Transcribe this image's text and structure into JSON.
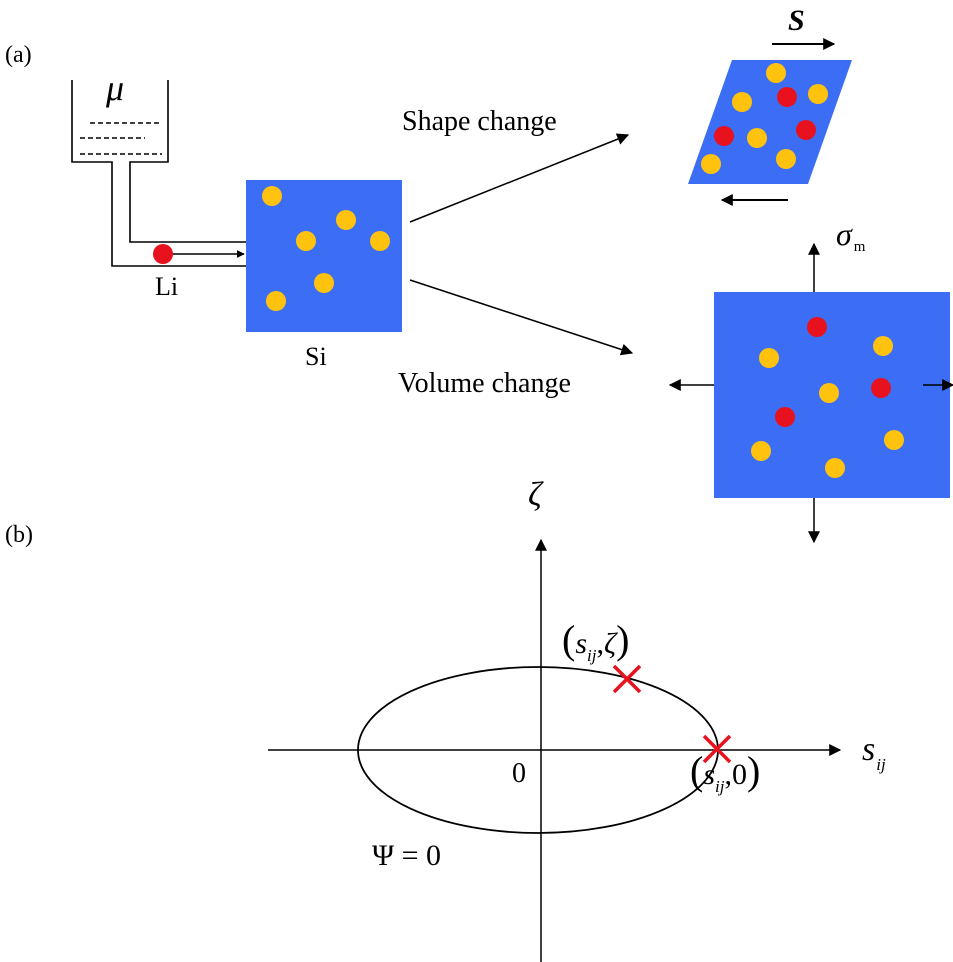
{
  "panel_a": {
    "label": "(a)",
    "reservoir_symbol": "μ",
    "li_label": "Li",
    "si_label": "Si",
    "shape_change_label": "Shape change",
    "volume_change_label": "Volume change",
    "shear_label": "S",
    "mean_stress_symbol": "σ",
    "mean_stress_sub": "m"
  },
  "panel_b": {
    "label": "(b)",
    "y_axis_label": "ζ",
    "x_axis_label": "s",
    "x_axis_sub": "ij",
    "origin_label": "0",
    "yield_surface_label": "Ψ = 0",
    "point_upper": {
      "var": "s",
      "sub": "ij",
      "second": "ζ"
    },
    "point_axis": {
      "var": "s",
      "sub": "ij",
      "second": "0"
    }
  },
  "colors": {
    "block": "#3B6EF5",
    "si_atom": "#FFC20E",
    "li_atom": "#E8121E",
    "marker": "#E8121E",
    "ink": "#000000"
  }
}
